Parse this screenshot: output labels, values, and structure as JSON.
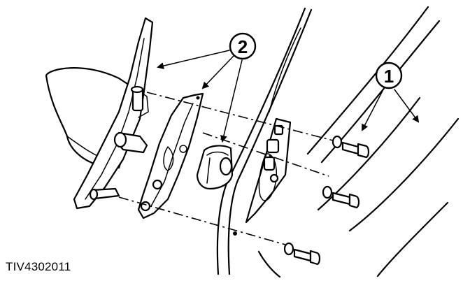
{
  "figure": {
    "id": "TIV4302011"
  },
  "callouts": [
    {
      "number": "1",
      "target": "mounting-screws"
    },
    {
      "number": "2",
      "target": "mirror-gasket-and-foam-block"
    }
  ]
}
